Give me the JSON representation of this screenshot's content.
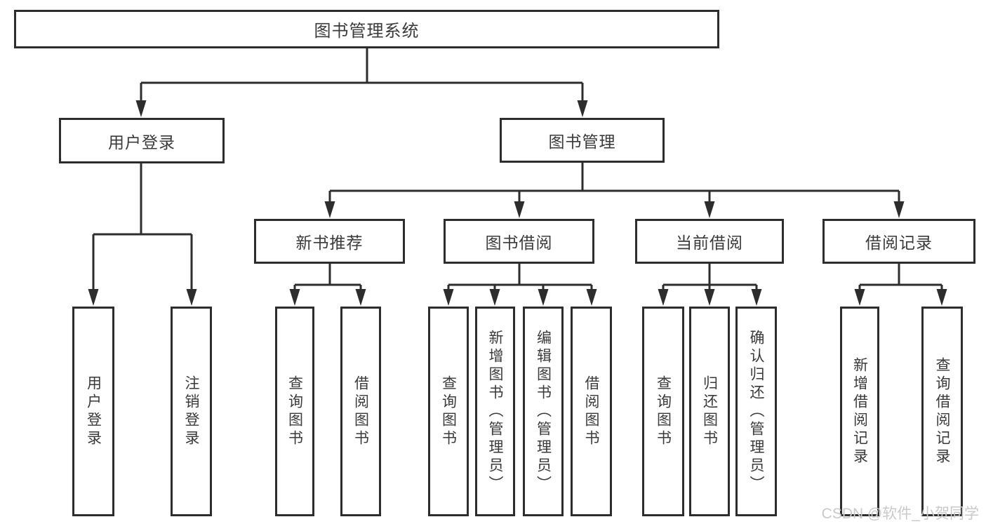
{
  "diagram": {
    "type": "hierarchy",
    "line_color": "#2d2d2d",
    "text_color": "#3a3a3a",
    "background_color": "#ffffff"
  },
  "tree": {
    "label": "图书管理系统",
    "children": [
      {
        "label": "用户登录",
        "children": [
          {
            "label": "用户登录"
          },
          {
            "label": "注销登录"
          }
        ]
      },
      {
        "label": "图书管理",
        "children": [
          {
            "label": "新书推荐",
            "children": [
              {
                "label": "查询图书"
              },
              {
                "label": "借阅图书"
              }
            ]
          },
          {
            "label": "图书借阅",
            "children": [
              {
                "label": "查询图书"
              },
              {
                "label": "新增图书（管理员）"
              },
              {
                "label": "编辑图书（管理员）"
              },
              {
                "label": "借阅图书"
              }
            ]
          },
          {
            "label": "当前借阅",
            "children": [
              {
                "label": "查询图书"
              },
              {
                "label": "归还图书"
              },
              {
                "label": "确认归还（管理员）"
              }
            ]
          },
          {
            "label": "借阅记录",
            "children": [
              {
                "label": "新增借阅记录"
              },
              {
                "label": "查询借阅记录"
              }
            ]
          }
        ]
      }
    ]
  },
  "watermark": {
    "text": "CSDN @软件_小贺同学"
  }
}
